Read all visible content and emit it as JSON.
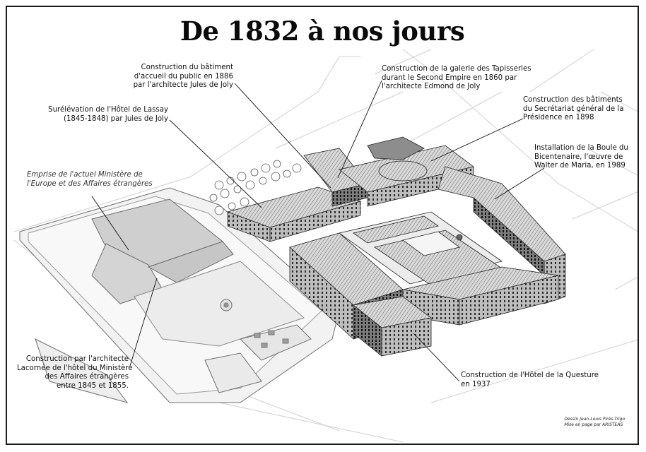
{
  "title": "De 1832 à nos jours",
  "annotations": {
    "accueil": "Construction du bâtiment\nd'accueil du public en 1886\npar l'architecte Jules de Joly",
    "tapisseries": "Construction de la galerie des Tapisseries\ndurant le Second Empire en 1860 par\nl'architecte Edmond de Joly",
    "secretariat": "Construction des bâtiments\ndu Secrétariat général de la\nPrésidence en 1898",
    "lassay": "Surélévation de l'Hôtel de Lassay\n(1845-1848) par Jules de Joly",
    "boule": "Installation de la Boule du\nBicentenaire, l'œuvre de\nWalter de Maria, en 1989",
    "emprise": "Emprise de l'actuel Ministère de\nl'Europe et des Affaires étrangères",
    "lacornee": "Construction par l'architecte\nLacornée de l'hôtel du Ministère\ndes Affaires étrangères\nentre 1845 et 1855.",
    "questure": "Construction de l'Hôtel de la Questure\nen 1937"
  },
  "credits": {
    "drawing": "Dessin Jean-Louis Pirès-Trigo",
    "layout": "Mise en page par ARISTEAS"
  }
}
